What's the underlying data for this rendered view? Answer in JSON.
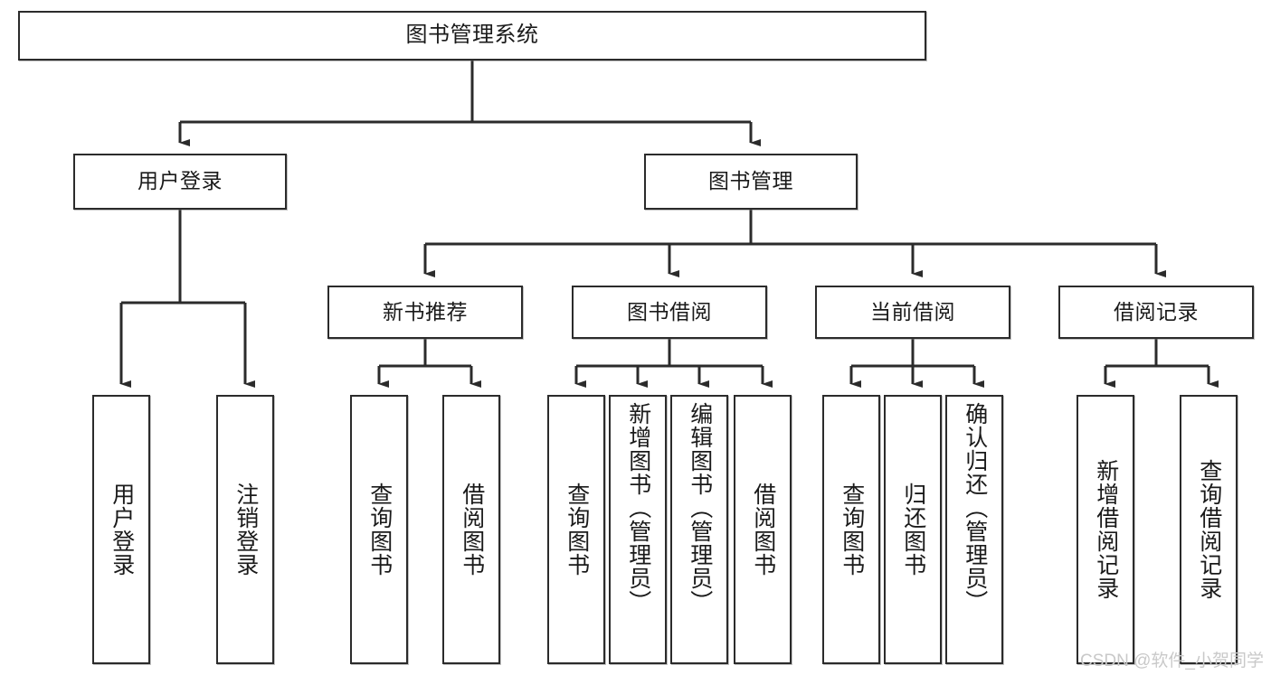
{
  "diagram": {
    "title": "图书管理系统",
    "type": "tree",
    "root": {
      "label": "图书管理系统"
    },
    "level2": [
      {
        "label": "用户登录"
      },
      {
        "label": "图书管理"
      }
    ],
    "level3": [
      {
        "label": "新书推荐"
      },
      {
        "label": "图书借阅"
      },
      {
        "label": "当前借阅"
      },
      {
        "label": "借阅记录"
      }
    ],
    "leaves": {
      "user_login": [
        {
          "label": "用户登录"
        },
        {
          "label": "注销登录"
        }
      ],
      "new_book_recommend": [
        {
          "label": "查询图书"
        },
        {
          "label": "借阅图书"
        }
      ],
      "book_borrow": [
        {
          "label": "查询图书"
        },
        {
          "label": "新增图书（管理员）"
        },
        {
          "label": "编辑图书（管理员）"
        },
        {
          "label": "借阅图书"
        }
      ],
      "current_borrow": [
        {
          "label": "查询图书"
        },
        {
          "label": "归还图书"
        },
        {
          "label": "确认归还（管理员）"
        }
      ],
      "borrow_record": [
        {
          "label": "新增借阅记录"
        },
        {
          "label": "查询借阅记录"
        }
      ]
    }
  },
  "watermark": {
    "text": "CSDN @软件_小贺同学"
  },
  "colors": {
    "stroke": "#2b2b2b",
    "background": "#ffffff",
    "text": "#1a1a1a",
    "watermark": "#c9c9c9"
  }
}
